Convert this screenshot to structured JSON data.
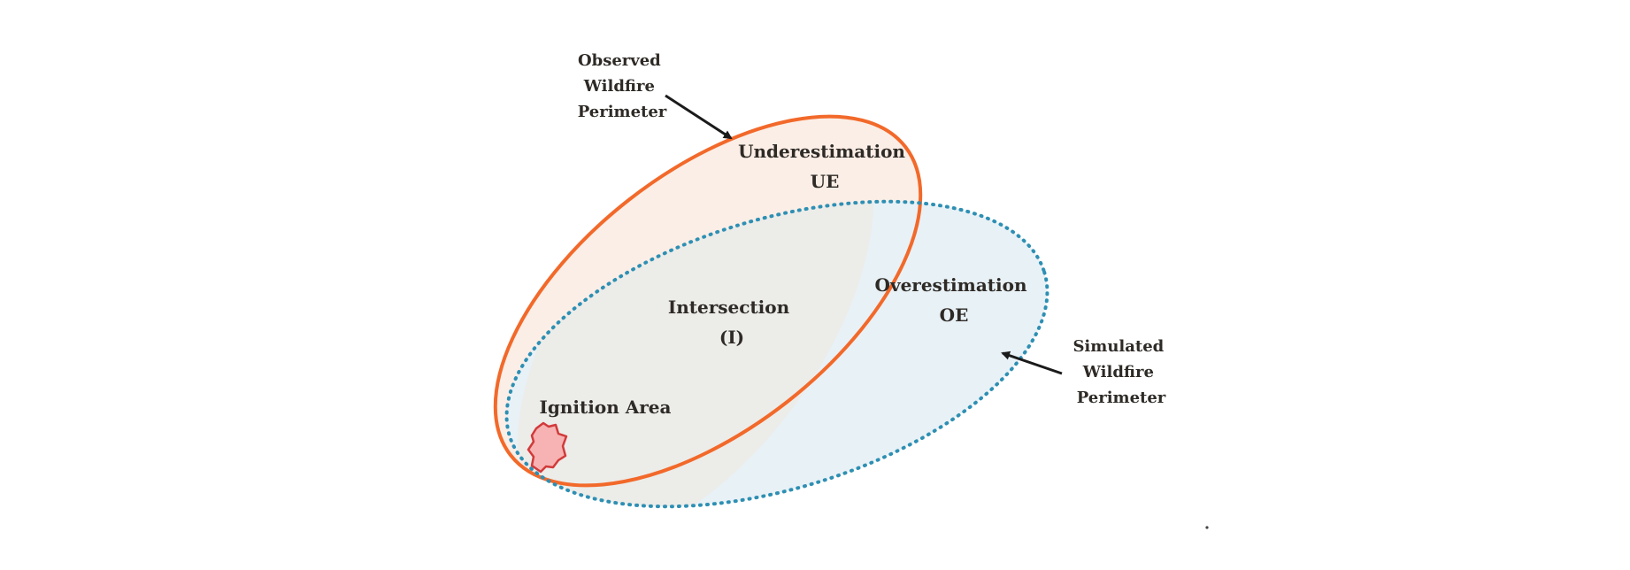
{
  "labels": {
    "observed": [
      "Observed",
      "Wildfire",
      "Perimeter"
    ],
    "simulated": [
      "Simulated",
      "Wildfire",
      "Perimeter"
    ],
    "underestimation": [
      "Underestimation",
      "UE"
    ],
    "overestimation": [
      "Overestimation",
      "OE"
    ],
    "intersection": [
      "Intersection",
      "(I)"
    ],
    "ignition": "Ignition Area"
  },
  "colors": {
    "observed_stroke": "#f2692a",
    "observed_fill": "#fbeee6",
    "simulated_stroke": "#2e8fb3",
    "simulated_fill": "#e8f1f6",
    "intersection_fill": "#ecece9",
    "ignition_stroke": "#d23a3a",
    "ignition_fill": "#f7b3b3",
    "text": "#2e2a26",
    "arrow": "#1b1b1b"
  }
}
